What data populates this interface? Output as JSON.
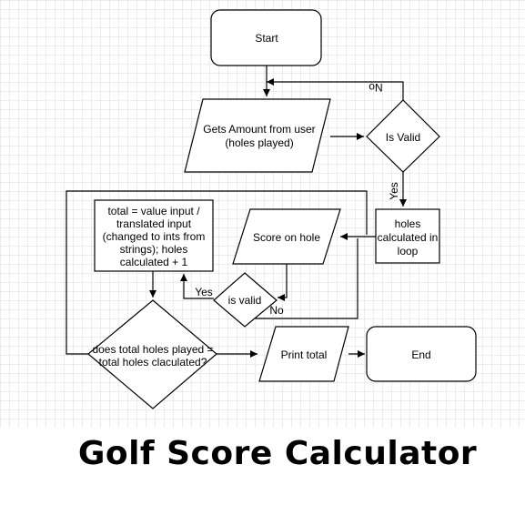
{
  "title": "Golf Score Calculator",
  "nodes": {
    "start": "Start",
    "gets_amount": [
      "Gets Amount from user",
      "(holes played)"
    ],
    "is_valid_top": "Is Valid",
    "holes_loop": [
      "holes",
      "calculated in",
      "loop"
    ],
    "score_on_hole": "Score on hole",
    "is_valid_small": "is valid",
    "total_calc": [
      "total = value input /",
      "translated input",
      "(changed to ints from",
      "strings); holes",
      "calculated + 1"
    ],
    "total_check": [
      "does total holes played =",
      "total holes claculated?"
    ],
    "print_total": "Print total",
    "end": "End"
  },
  "edge_labels": {
    "no_top": "No",
    "yes_top": "Yes",
    "yes_small": "Yes",
    "no_small": "No"
  }
}
